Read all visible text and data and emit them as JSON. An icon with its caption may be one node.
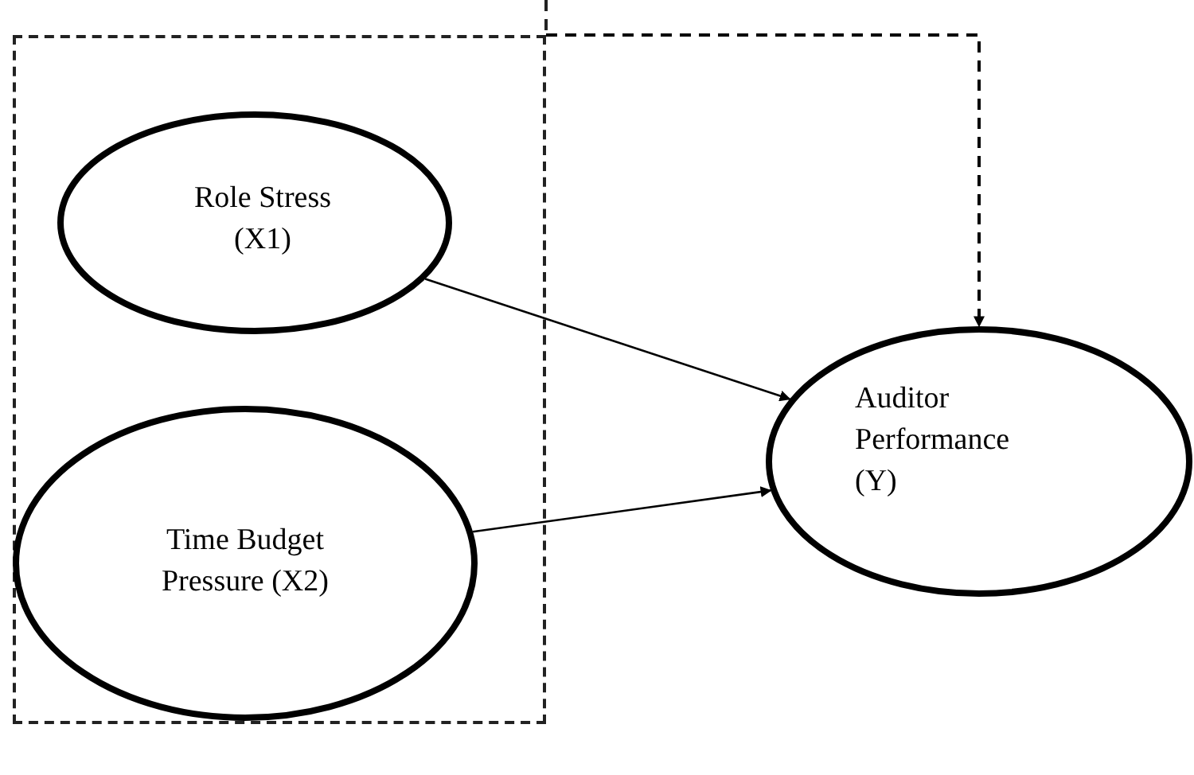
{
  "diagram": {
    "nodes": [
      {
        "text": [],
        "shape": "box"
      },
      {
        "text": [
          "Role Stress (X1)"
        ],
        "in": 0
      },
      {
        "text": [
          "Time Budget Pressure (X2)"
        ],
        "in": 0
      },
      {
        "text": [
          "Auditor Performance (Y)"
        ]
      }
    ],
    "edges": [
      {
        "from": 1,
        "to": 3,
        "arrow": "to"
      },
      {
        "from": 2,
        "to": 3,
        "arrow": "to"
      },
      {
        "from": 0,
        "to": 3,
        "arrow": "to",
        "style": "dashed"
      }
    ]
  }
}
